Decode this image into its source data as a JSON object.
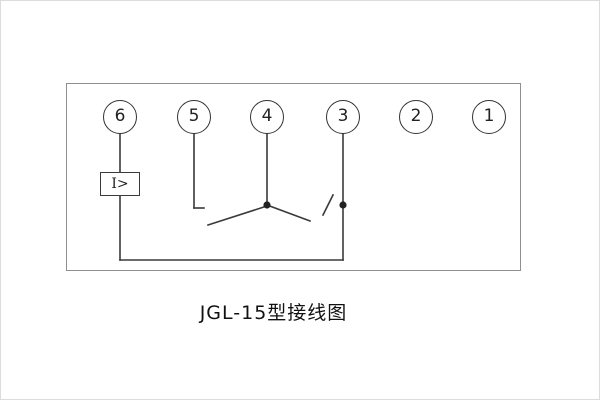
{
  "caption": "JGL-15型接线图",
  "diagram": {
    "terminals": [
      "6",
      "5",
      "4",
      "3",
      "2",
      "1"
    ],
    "element_label": "I>"
  },
  "colors": {
    "line": "#3a3a3a",
    "box_border": "#8f8f8f"
  }
}
